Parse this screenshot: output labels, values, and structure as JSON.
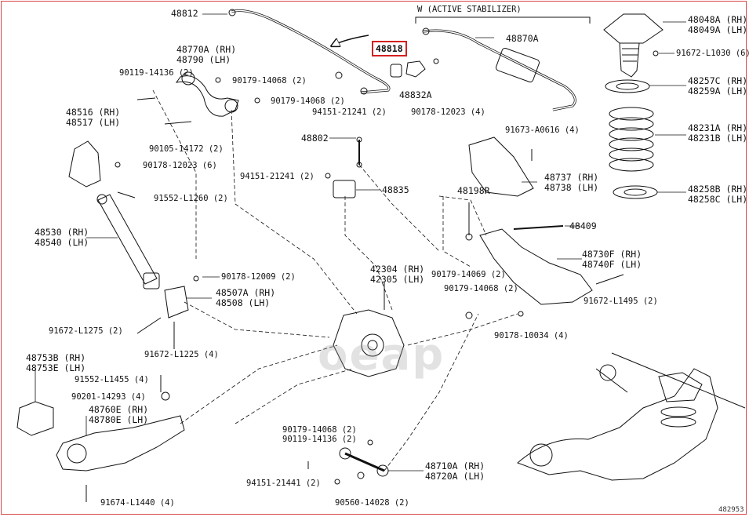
{
  "labels": {
    "p48812": "48812",
    "active_stabilizer": "W (ACTIVE STABILIZER)",
    "p48818": "48818",
    "p48870a": "48870A",
    "p48048": "48048A (RH)\n48049A (LH)",
    "p91672_l1030": "91672-L1030 (6)",
    "p48770": "48770A (RH)\n48790 (LH)",
    "p90119_14136": "90119-14136 (2)",
    "p90179_14068_a": "90179-14068 (2)",
    "p90179_14068_b": "90179-14068 (2)",
    "p48832a": "48832A",
    "p94151_21241_a": "94151-21241 (2)",
    "p90178_12023_4": "90178-12023 (4)",
    "p48257": "48257C (RH)\n48259A (LH)",
    "p48516": "48516 (RH)\n48517 (LH)",
    "p90105_14172": "90105-14172 (2)",
    "p48802": "48802",
    "p91673_a0616": "91673-A0616 (4)",
    "p48231": "48231A (RH)\n48231B (LH)",
    "p90178_12023_6": "90178-12023 (6)",
    "p94151_21241_b": "94151-21241 (2)",
    "p48737": "48737 (RH)\n48738 (LH)",
    "p48835": "48835",
    "p48198r": "48198R",
    "p48258": "48258B (RH)\n48258C (LH)",
    "p91552_l1260": "91552-L1260 (2)",
    "p48409": "48409",
    "p48530": "48530 (RH)\n48540 (LH)",
    "p48730": "48730F (RH)\n48740F (LH)",
    "p42304": "42304 (RH)\n42305 (LH)",
    "p90179_14069": "90179-14069 (2)",
    "p90178_12009": "90178-12009 (2)",
    "p48507": "48507A (RH)\n48508 (LH)",
    "p90179_14068_c": "90179-14068 (2)",
    "p91672_l1495": "91672-L1495 (2)",
    "p91672_l1275": "91672-L1275 (2)",
    "p90178_10034": "90178-10034 (4)",
    "p91672_l1225": "91672-L1225 (4)",
    "p48753": "48753B (RH)\n48753E (LH)",
    "p91552_l1455": "91552-L1455 (4)",
    "p90201_14293": "90201-14293 (4)",
    "p48760": "48760E (RH)\n48780E (LH)",
    "p90179_14068_d": "90179-14068 (2)\n90119-14136 (2)",
    "p48710": "48710A (RH)\n48720A (LH)",
    "p94151_21441": "94151-21441 (2)",
    "p90560_14028": "90560-14028 (2)",
    "p91674_l1440": "91674-L1440 (4)",
    "ref_code": "482953"
  },
  "watermark": "oeap",
  "colors": {
    "frame": "#d84a4a",
    "highlight": "#d42020",
    "line": "#111111"
  }
}
